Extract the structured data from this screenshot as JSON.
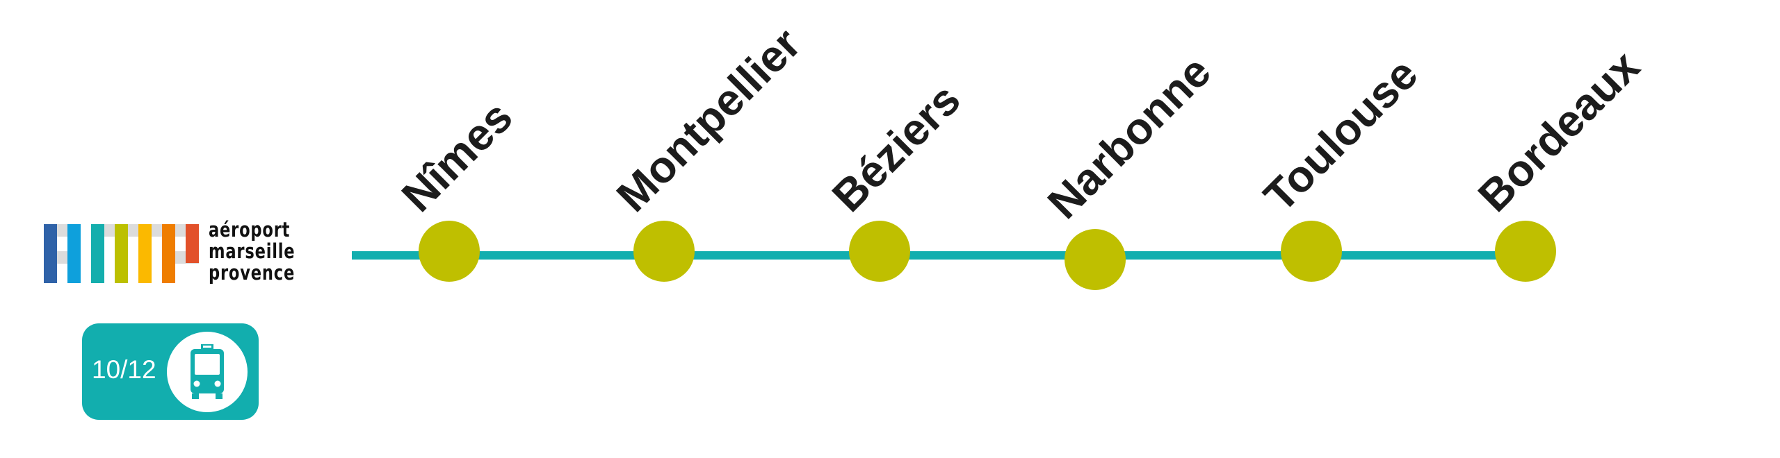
{
  "logo": {
    "lines": [
      "aéroport",
      "marseille",
      "provence"
    ],
    "colors": [
      "#2f62a8",
      "#0ea0dc",
      "#14aead",
      "#bcc000",
      "#fbb900",
      "#ef7d00",
      "#e2512a"
    ]
  },
  "badge": {
    "text": "10/12",
    "icon": "bus-icon",
    "color": "#12aeae"
  },
  "route": {
    "line_color": "#12aeae",
    "stop_color": "#bfbf00",
    "stops": [
      "Nîmes",
      "Montpellier",
      "Béziers",
      "Narbonne",
      "Toulouse",
      "Bordeaux"
    ]
  }
}
